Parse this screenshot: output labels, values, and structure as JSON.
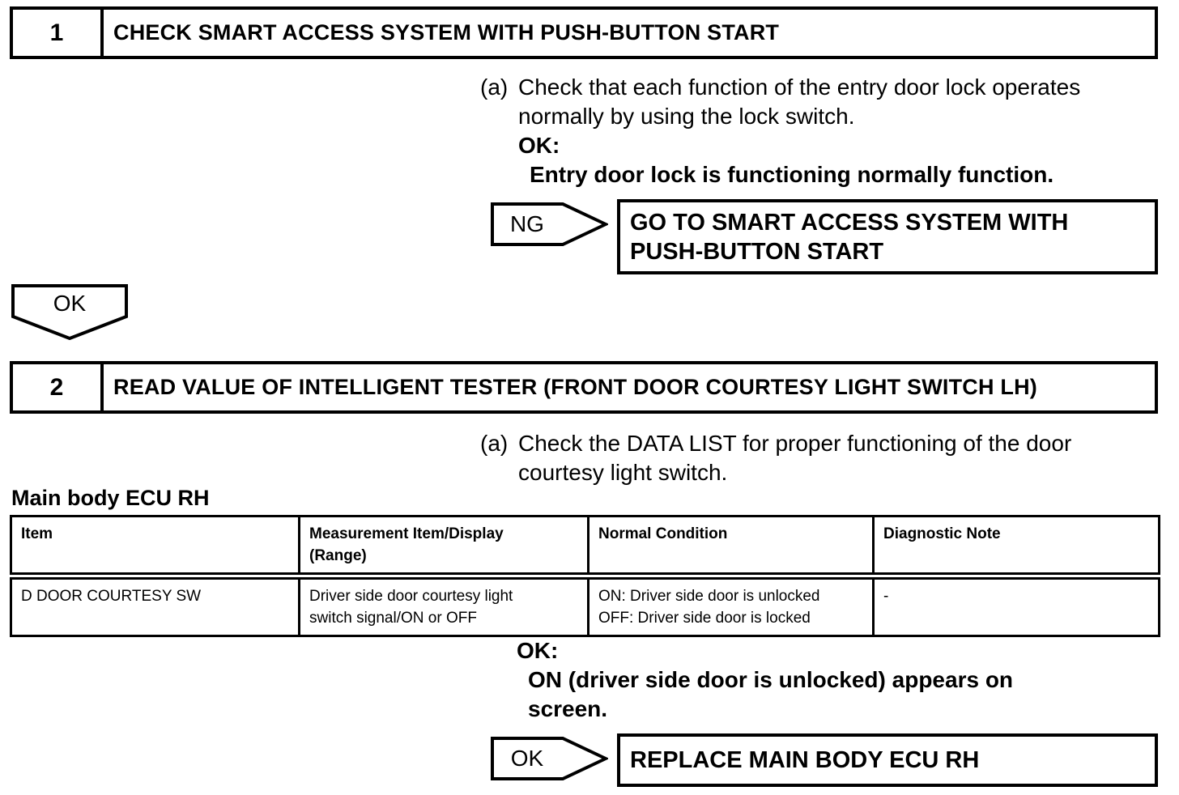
{
  "page": {
    "background": "#ffffff",
    "text_color": "#000000"
  },
  "step1": {
    "number": "1",
    "title": "CHECK SMART ACCESS SYSTEM WITH PUSH-BUTTON START",
    "item_label": "(a)",
    "item_text": "Check that each function of the entry door lock operates\nnormally by using the lock switch.",
    "ok_heading": "OK:",
    "ok_condition": "Entry door lock is functioning normally function.",
    "ng_label": "NG",
    "ng_action": "GO TO SMART ACCESS SYSTEM WITH\nPUSH-BUTTON START",
    "ok_connector_label": "OK"
  },
  "step2": {
    "number": "2",
    "title": "READ VALUE OF INTELLIGENT TESTER (FRONT DOOR COURTESY LIGHT SWITCH LH)",
    "item_label": "(a)",
    "item_text": "Check the DATA LIST for proper functioning of the door\ncourtesy light switch.",
    "table_caption": "Main body ECU RH",
    "table": {
      "headers": [
        "Item",
        "Measurement Item/Display\n(Range)",
        "Normal Condition",
        "Diagnostic Note"
      ],
      "row": [
        "D DOOR COURTESY SW",
        "Driver side door courtesy light\nswitch signal/ON or OFF",
        "ON: Driver side door is unlocked\nOFF: Driver side door is locked",
        "-"
      ]
    },
    "ok_heading": "OK:",
    "ok_condition": "ON (driver side door is unlocked) appears on\nscreen.",
    "ok_label": "OK",
    "ok_action": "REPLACE MAIN BODY ECU RH"
  }
}
